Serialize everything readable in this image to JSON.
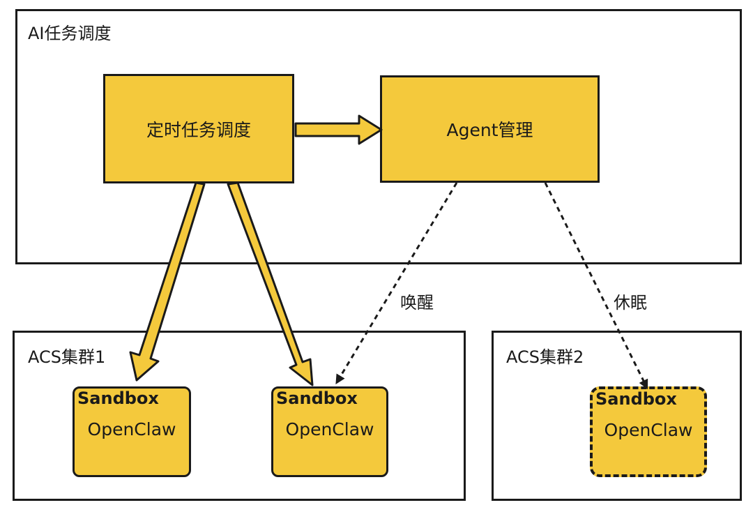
{
  "colors": {
    "box_fill": "#f4c93c",
    "stroke": "#1a1a1a",
    "background": "#ffffff"
  },
  "groups": {
    "ai_scheduling": {
      "title": "AI任务调度"
    },
    "acs_cluster_1": {
      "title": "ACS集群1"
    },
    "acs_cluster_2": {
      "title": "ACS集群2"
    }
  },
  "nodes": {
    "timed_scheduler": {
      "label": "定时任务调度"
    },
    "agent_manager": {
      "label": "Agent管理"
    },
    "sandbox_1": {
      "title": "Sandbox",
      "body": "OpenClaw"
    },
    "sandbox_2": {
      "title": "Sandbox",
      "body": "OpenClaw"
    },
    "sandbox_3": {
      "title": "Sandbox",
      "body": "OpenClaw",
      "state": "dormant"
    }
  },
  "edges": [
    {
      "from": "timed_scheduler",
      "to": "agent_manager",
      "style": "solid",
      "label": ""
    },
    {
      "from": "timed_scheduler",
      "to": "sandbox_1",
      "style": "solid",
      "label": ""
    },
    {
      "from": "timed_scheduler",
      "to": "sandbox_2",
      "style": "solid",
      "label": ""
    },
    {
      "from": "agent_manager",
      "to": "sandbox_2",
      "style": "dashed",
      "label": "唤醒"
    },
    {
      "from": "agent_manager",
      "to": "sandbox_3",
      "style": "dashed",
      "label": "休眠"
    }
  ]
}
